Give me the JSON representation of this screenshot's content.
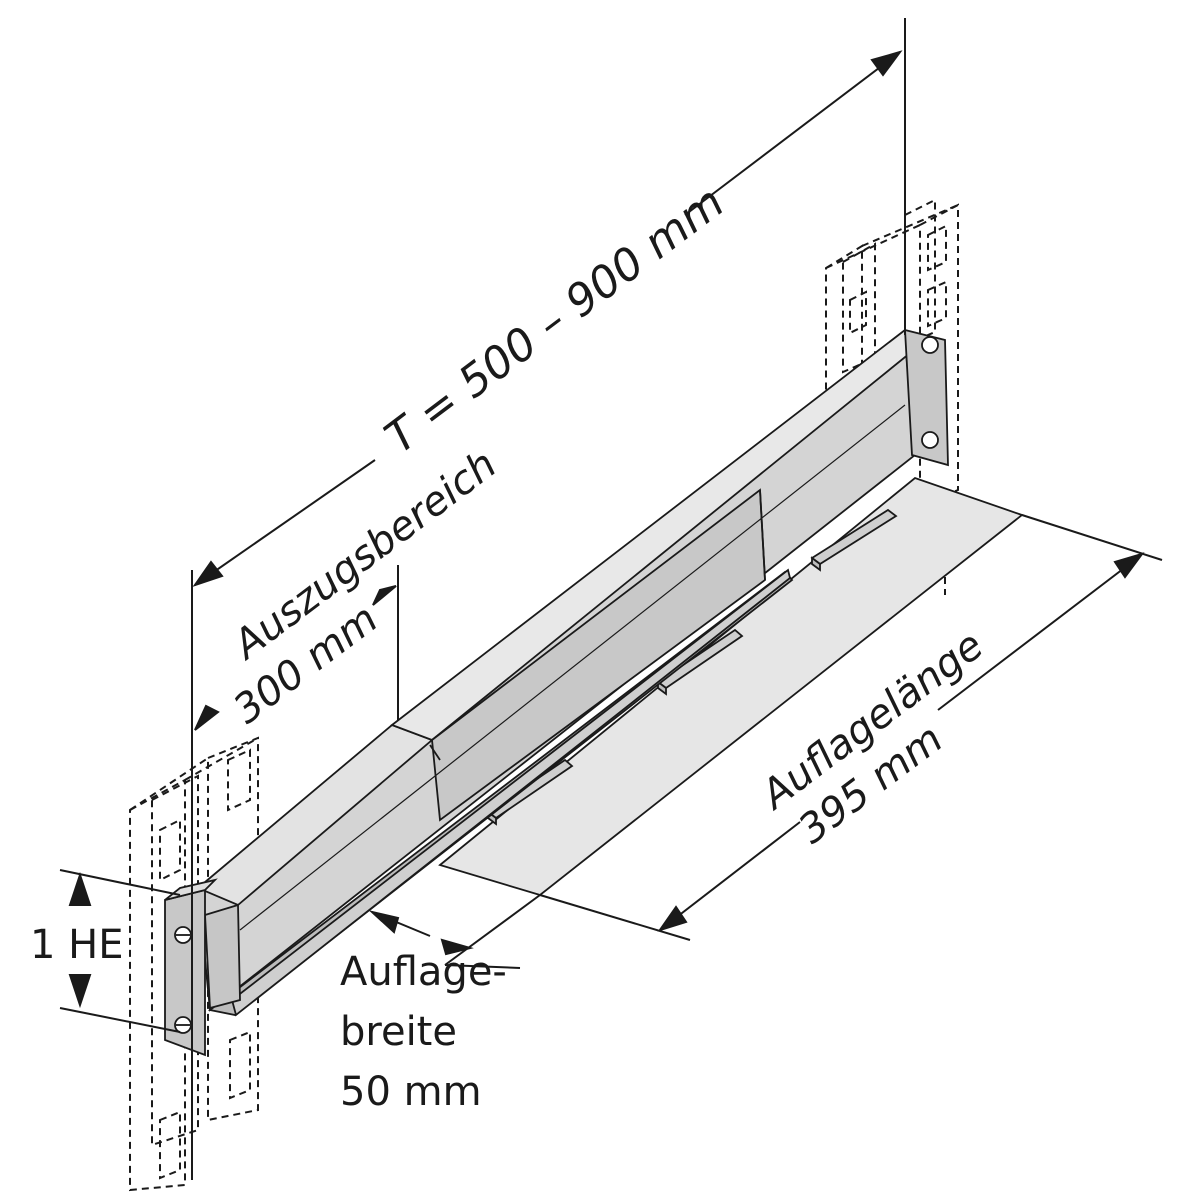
{
  "labels": {
    "depth": "T = 500 – 900 mm",
    "extension_line1": "Auszugsbereich",
    "extension_line2": "300 mm",
    "support_length_line1": "Auflagelänge",
    "support_length_line2": "395 mm",
    "height_unit": "1 HE",
    "support_width_line1": "Auflage-",
    "support_width_line2": "breite",
    "support_width_line3": "50 mm"
  },
  "colors": {
    "line": "#1a1a1a",
    "rail_face": "#d4d4d4",
    "rail_light": "#e3e3e3",
    "rail_dark": "#bcbcbc",
    "plate": "#e6e6e6",
    "background": "#ffffff"
  }
}
